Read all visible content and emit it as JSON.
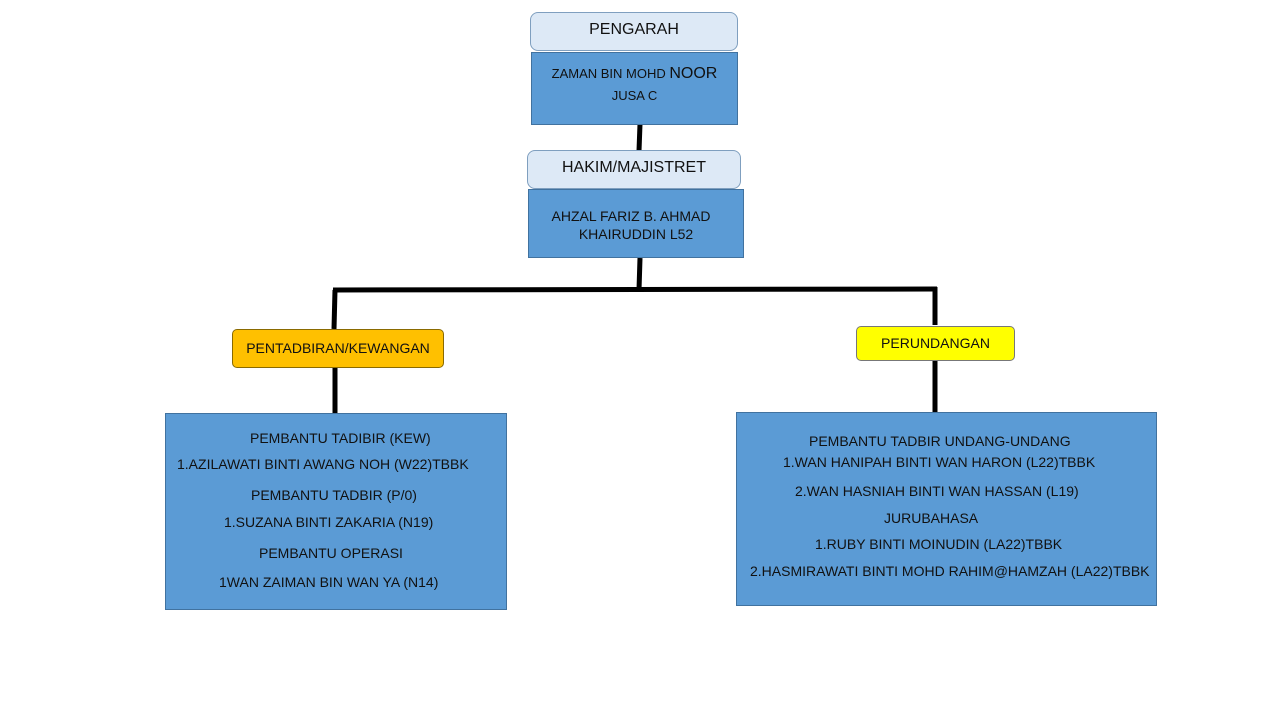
{
  "director": {
    "title": "PENGARAH",
    "name_part1": "ZAMAN BIN MOHD ",
    "name_part2": "NOOR",
    "grade": "JUSA C"
  },
  "judge": {
    "title": "HAKIM/MAJISTRET",
    "line1": "AHZAL FARIZ B. AHMAD",
    "line2": "KHAIRUDDIN L52"
  },
  "admin": {
    "dept": "PENTADBIRAN/KEWANGAN",
    "lines": [
      "PEMBANTU  TADIBIR (KEW)",
      "1.AZILAWATI  BINTI  AWANG  NOH  (W22)TBBK",
      "PEMBANTU  TADBIR  (P/0)",
      "1.SUZANA  BINTI  ZAKARIA  (N19)",
      "PEMBANTU  OPERASI",
      "1WAN  ZAIMAN  BIN WAN  YA  (N14)"
    ]
  },
  "legal": {
    "dept": "PERUNDANGAN",
    "lines": [
      "PEMBANTU  TADBIR UNDANG-UNDANG",
      "1.WAN  HANIPAH  BINTI  WAN  HARON  (L22)TBBK",
      "2.WAN  HASNIAH  BINTI  WAN  HASSAN  (L19)",
      "JURUBAHASA",
      "1.RUBY  BINTI  MOINUDIN  (LA22)TBBK",
      "2.HASMIRAWATI  BINTI  MOHD  RAHIM@HAMZAH  (LA22)TBBK"
    ]
  },
  "colors": {
    "title_fill": "#dde9f6",
    "person_fill": "#5b9bd5",
    "admin_fill": "#ffc000",
    "legal_fill": "#ffff00",
    "connector": "#000000"
  }
}
